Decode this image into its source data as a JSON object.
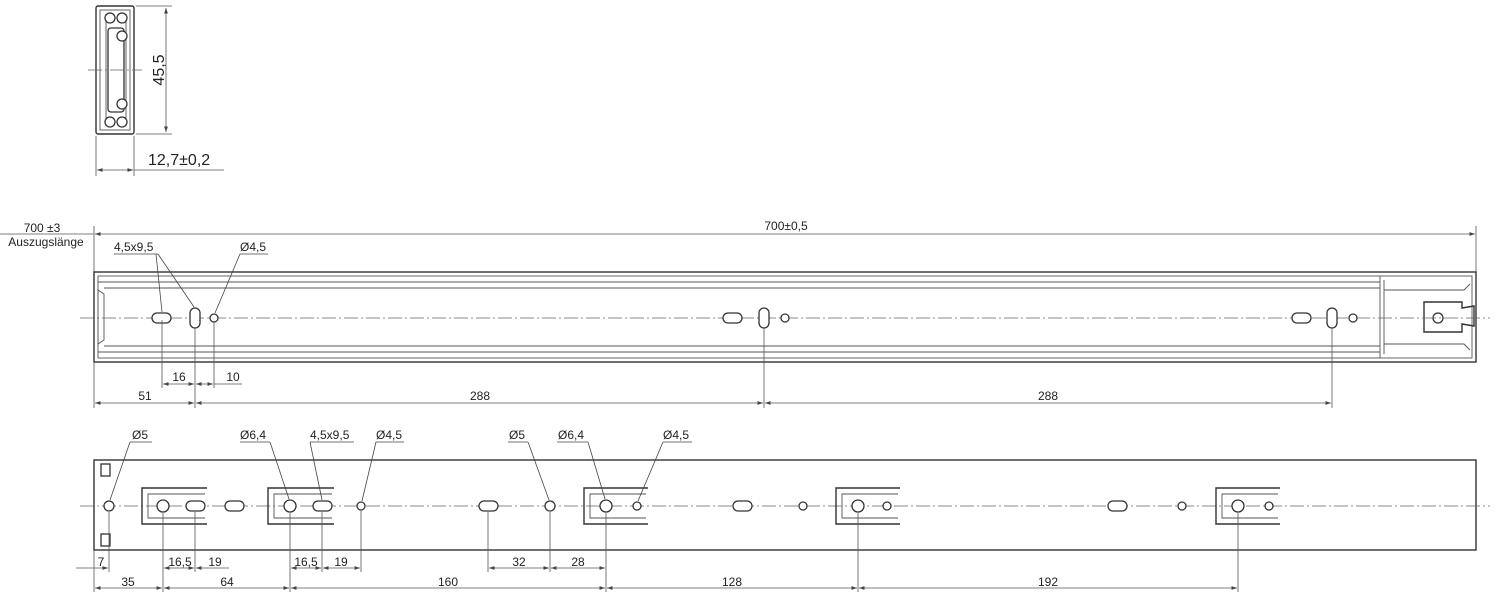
{
  "profile": {
    "height_label": "45,5",
    "width_label": "12,7±0,2"
  },
  "side_view": {
    "extension_value": "700 ±3",
    "extension_caption": "Auszugslänge",
    "length_label": "700±0,5",
    "slot_label": "4,5x9,5",
    "hole_label": "Ø4,5",
    "dims": [
      "16",
      "10",
      "51",
      "288",
      "288"
    ]
  },
  "bottom_view": {
    "hole_labels": [
      "Ø5",
      "Ø6,4",
      "4,5x9,5",
      "Ø4,5",
      "Ø5",
      "Ø6,4",
      "Ø4,5"
    ],
    "dims": [
      "7",
      "16,5",
      "19",
      "16,5",
      "19",
      "32",
      "28",
      "35",
      "64",
      "160",
      "128",
      "192"
    ]
  }
}
